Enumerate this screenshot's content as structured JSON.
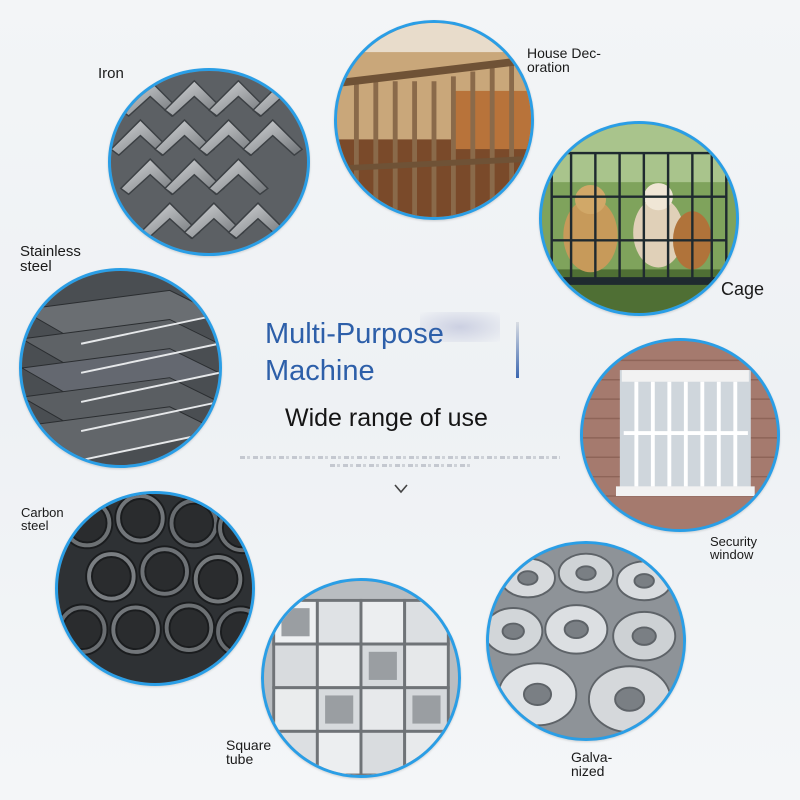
{
  "center": {
    "title_line1": "Multi-Purpose",
    "title_line2": "Machine",
    "subtitle": "Wide range of use"
  },
  "categories": {
    "iron": "Iron",
    "house_decoration_line1": "House Dec-",
    "house_decoration_line2": "oration",
    "cage": "Cage",
    "stainless_line1": "Stainless",
    "stainless_line2": "steel",
    "security_line1": "Security",
    "security_line2": "window",
    "carbon_line1": "Carbon",
    "carbon_line2": "steel",
    "square_line1": "Square",
    "square_line2": "tube",
    "galvanized_line1": "Galva-",
    "galvanized_line2": "nized"
  },
  "icons": [
    "chevron-down-icon"
  ],
  "colors": {
    "accent_border": "#2a9ee6",
    "title": "#2d5fa9",
    "text": "#1a1a1a"
  }
}
